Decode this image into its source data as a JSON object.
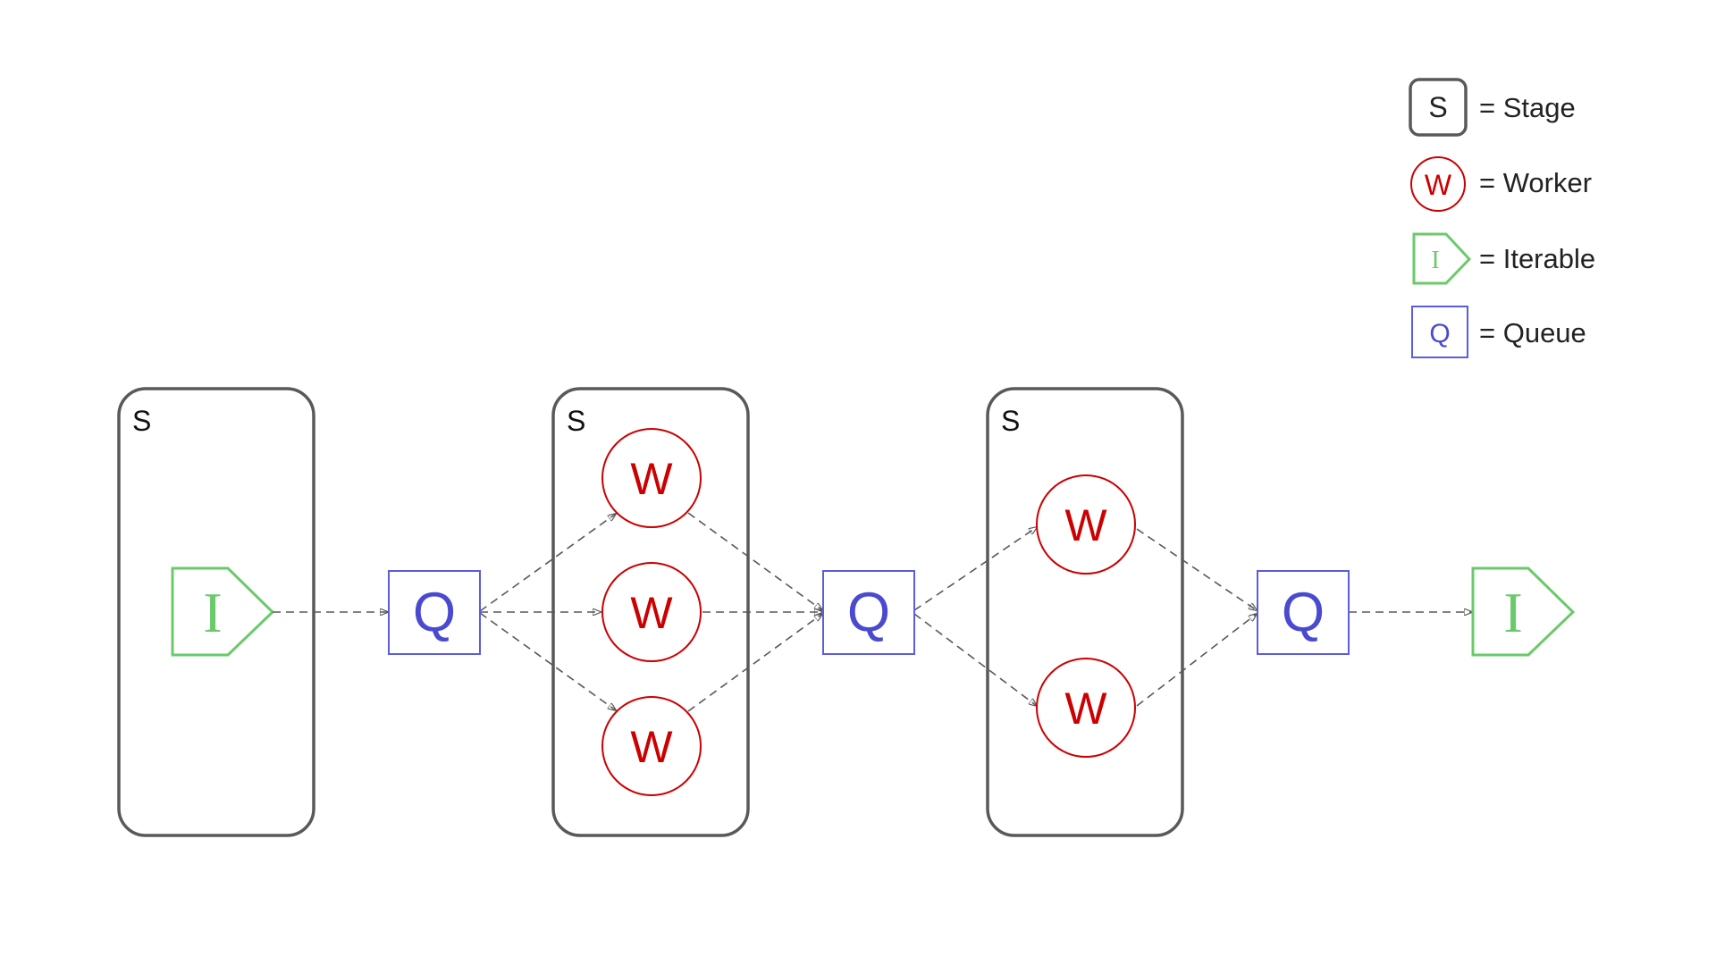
{
  "legend": {
    "stage": {
      "symbol": "S",
      "label": "= Stage"
    },
    "worker": {
      "symbol": "W",
      "label": "= Worker"
    },
    "iterable": {
      "symbol": "I",
      "label": "= Iterable"
    },
    "queue": {
      "symbol": "Q",
      "label": "= Queue"
    }
  },
  "diagram": {
    "stage_1": {
      "label": "S",
      "iterable": "I"
    },
    "queue_1": {
      "label": "Q"
    },
    "stage_2": {
      "label": "S",
      "workers": [
        "W",
        "W",
        "W"
      ]
    },
    "queue_2": {
      "label": "Q"
    },
    "stage_3": {
      "label": "S",
      "workers": [
        "W",
        "W"
      ]
    },
    "queue_3": {
      "label": "Q"
    },
    "output_iterable": {
      "label": "I"
    }
  },
  "colors": {
    "stage_border": "#595959",
    "worker": "#cc0000",
    "iterable": "#6aca6a",
    "queue_border": "#5c5ce0",
    "queue_text": "#4a4ad0",
    "arrow": "#595959"
  }
}
